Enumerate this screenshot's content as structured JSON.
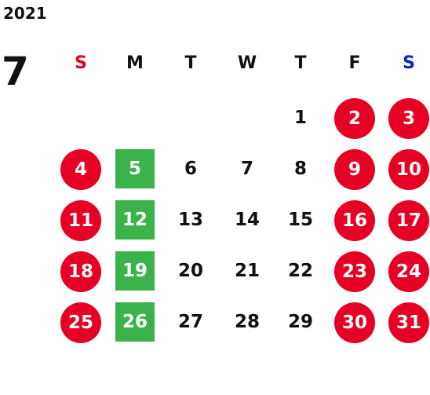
{
  "calendar": {
    "year": "2021",
    "month": "7",
    "weekdays": [
      "S",
      "M",
      "T",
      "W",
      "T",
      "F",
      "S"
    ],
    "weekday_colors": [
      "#e60023",
      "#111111",
      "#111111",
      "#111111",
      "#111111",
      "#111111",
      "#0a1fd0"
    ],
    "first_weekday_index": 4,
    "days_in_month": 31,
    "holiday_days": [
      2,
      3,
      9,
      10,
      16,
      17,
      23,
      24,
      30,
      31,
      4,
      11,
      18,
      25
    ],
    "highlight_days": [
      5,
      12,
      19,
      26
    ],
    "colors": {
      "holiday_circle": "#e60023",
      "highlight_square": "#3cb34a",
      "text": "#111111"
    }
  }
}
